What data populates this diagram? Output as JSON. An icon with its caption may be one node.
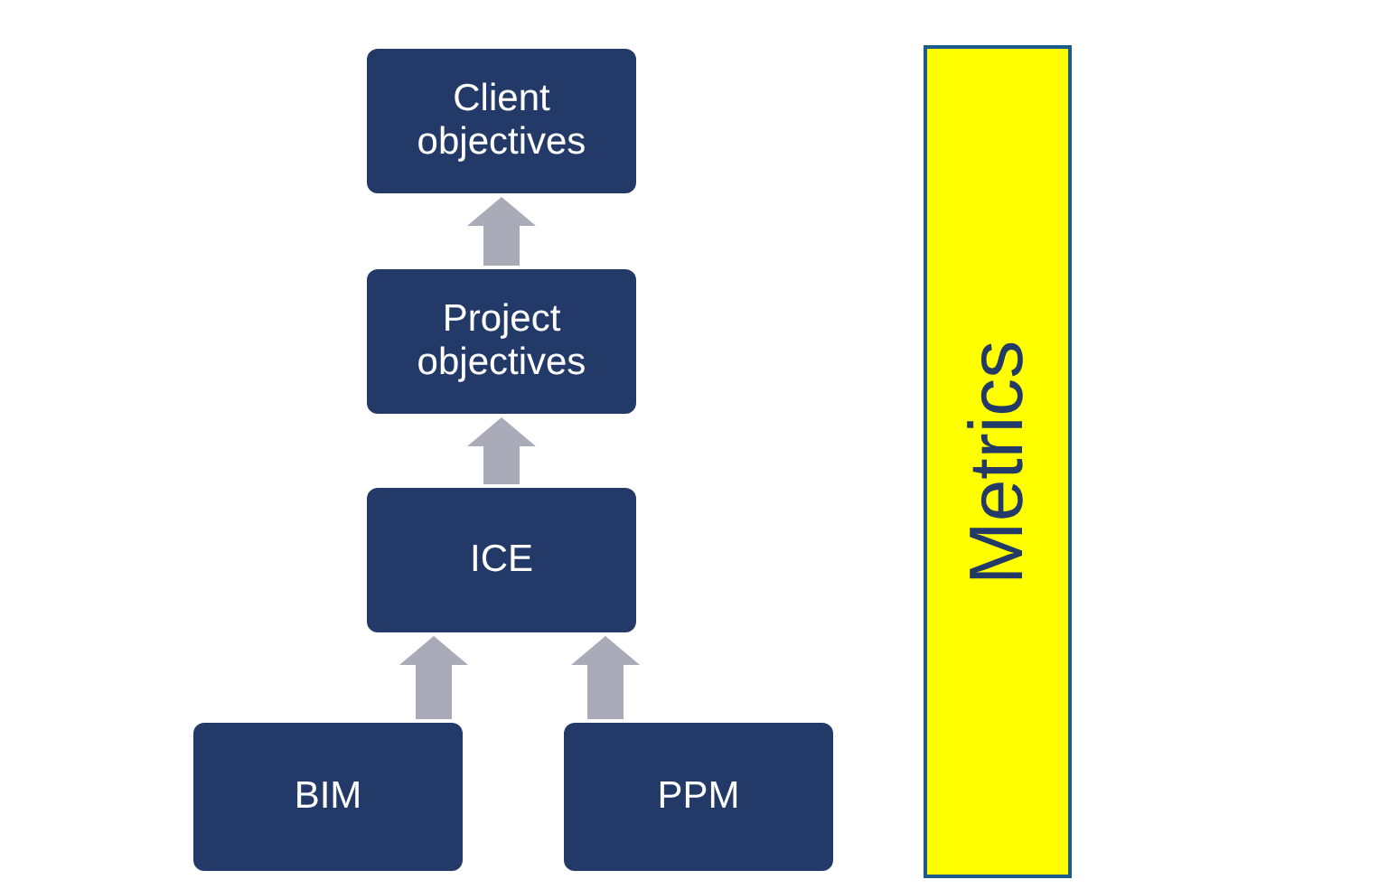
{
  "diagram": {
    "nodes": [
      {
        "text": [
          "Client objectives"
        ]
      },
      {
        "text": [
          "Project objectives"
        ]
      },
      {
        "text": [
          "ICE"
        ]
      },
      {
        "text": [
          "BIM"
        ]
      },
      {
        "text": [
          "PPM"
        ]
      },
      {
        "text": [
          "Metrics"
        ]
      }
    ],
    "edges": [
      {
        "from": 1,
        "to": 0,
        "arrow": "to"
      },
      {
        "from": 2,
        "to": 1,
        "arrow": "to"
      },
      {
        "from": 3,
        "to": 2,
        "arrow": "to"
      },
      {
        "from": 4,
        "to": 2,
        "arrow": "to"
      }
    ]
  }
}
